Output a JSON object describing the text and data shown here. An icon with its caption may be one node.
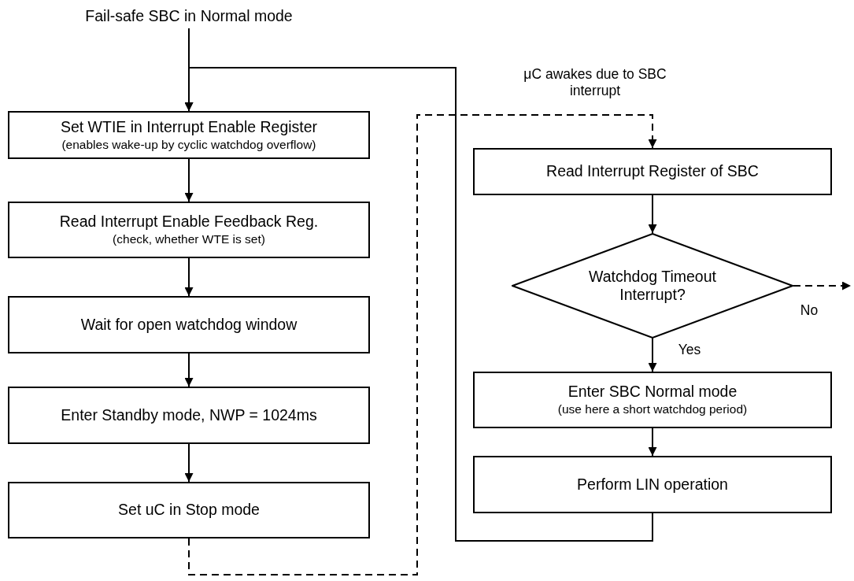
{
  "diagram": {
    "nodes": [
      {
        "text": [
          "Fail-safe SBC in Normal mode"
        ]
      },
      {
        "text": [
          "Set WTIE in Interrupt Enable Register",
          "(enables wake-up by cyclic watchdog overflow)"
        ]
      },
      {
        "text": [
          "Read Interrupt Enable Feedback Reg.",
          "(check, whether WTE is set)"
        ]
      },
      {
        "text": [
          "Wait for open watchdog window"
        ]
      },
      {
        "text": [
          "Enter Standby mode, NWP = 1024ms"
        ]
      },
      {
        "text": [
          "Set uC in Stop mode"
        ]
      },
      {
        "text": [
          "Read Interrupt Register of SBC"
        ]
      },
      {
        "text": [
          "Watchdog Timeout Interrupt?"
        ]
      },
      {
        "text": [
          "Enter SBC Normal mode",
          "(use here a short watchdog period)"
        ]
      },
      {
        "text": [
          "Perform LIN operation"
        ]
      }
    ],
    "edges": [
      {
        "from": 0,
        "to": 1,
        "arrow": "to"
      },
      {
        "from": 1,
        "to": 2,
        "arrow": "to"
      },
      {
        "from": 2,
        "to": 3,
        "arrow": "to"
      },
      {
        "from": 3,
        "to": 4,
        "arrow": "to"
      },
      {
        "from": 4,
        "to": 5,
        "arrow": "to"
      },
      {
        "from": 5,
        "to": 6,
        "arrow": "to",
        "style": "dashed",
        "label": "μC awakes due to SBC interrupt"
      },
      {
        "from": 6,
        "to": 7,
        "arrow": "to"
      },
      {
        "from": 7,
        "to": null,
        "arrow": "to",
        "style": "dashed",
        "label": "No"
      },
      {
        "from": 7,
        "to": 8,
        "arrow": "to",
        "label": "Yes"
      },
      {
        "from": 8,
        "to": 9,
        "arrow": "to"
      },
      {
        "from": 9,
        "to": 1,
        "arrow": "to"
      }
    ]
  }
}
